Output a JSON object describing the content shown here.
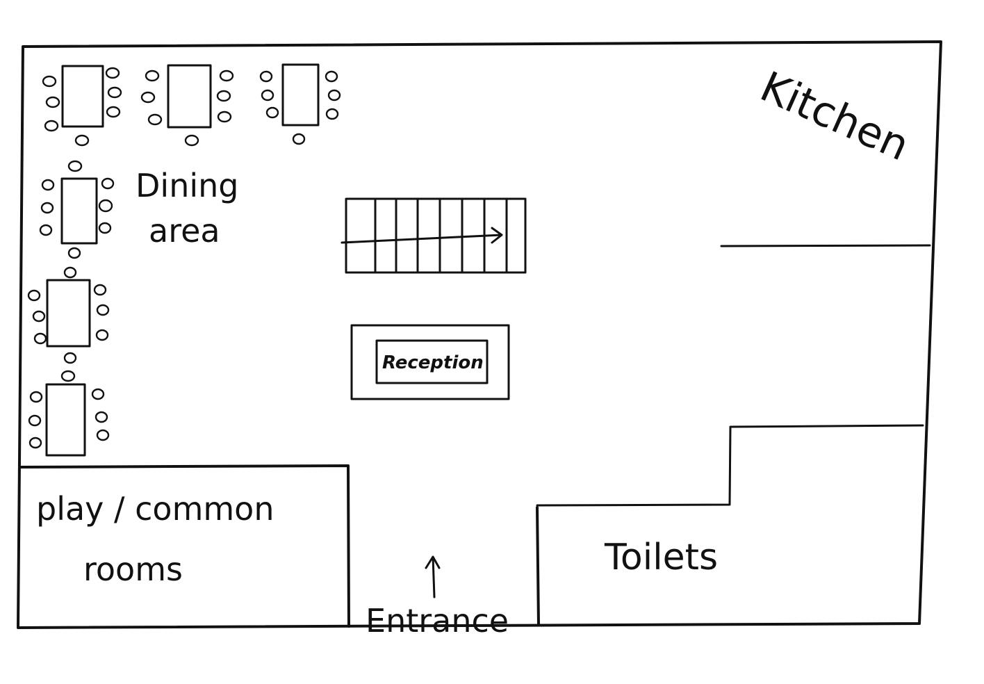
{
  "labels": {
    "kitchen": "Kitchen",
    "dining": "Dining",
    "dining_2": "area",
    "reception": "Reception",
    "play": "play / common",
    "play_2": "rooms",
    "toilets": "Toilets",
    "entrance": "Entrance"
  },
  "colors": {
    "ink": "#111111",
    "paper": "#ffffff"
  }
}
